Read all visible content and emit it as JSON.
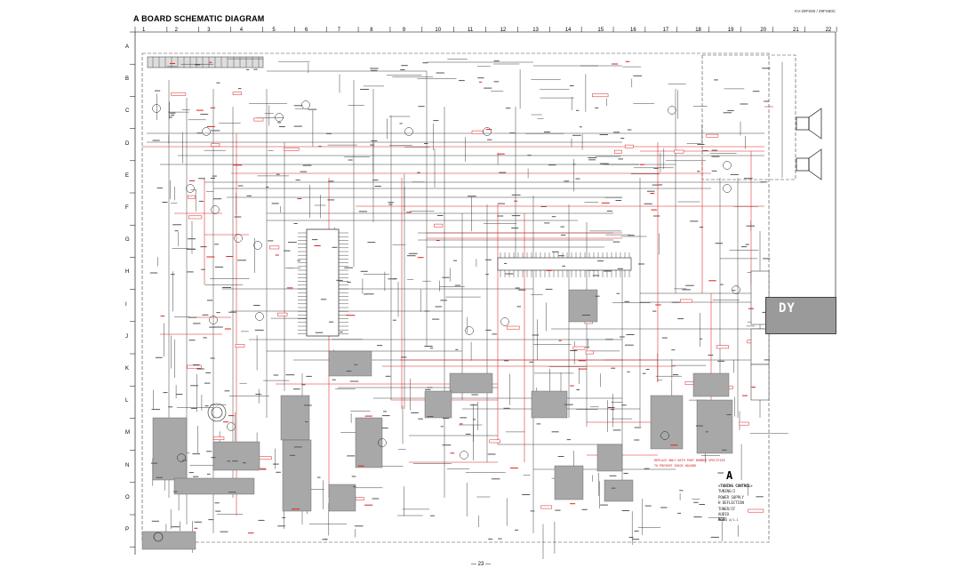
{
  "header": {
    "title": "A BOARD SCHEMATIC DIAGRAM",
    "model": "KV-29FS60 / 29FS60C"
  },
  "grid": {
    "columns": [
      "1",
      "2",
      "3",
      "4",
      "5",
      "6",
      "7",
      "8",
      "9",
      "10",
      "11",
      "12",
      "13",
      "14",
      "15",
      "16",
      "17",
      "18",
      "19",
      "20",
      "21",
      "22"
    ],
    "rows": [
      "A",
      "B",
      "C",
      "D",
      "E",
      "F",
      "G",
      "H",
      "I",
      "J",
      "K",
      "L",
      "M",
      "N",
      "O",
      "P"
    ]
  },
  "blocks": {
    "dy_label": "DY",
    "board_label": "A"
  },
  "legend": {
    "heading": "<TUNING CONTROL>",
    "lines": [
      "TUNING/2",
      "POWER SUPPLY",
      "H DEFLECTION",
      "TUNER/IF",
      "AUDIO",
      "RGB"
    ]
  },
  "notes": {
    "note1": "REPLACE ONLY WITH PART NUMBER SPECIFIED",
    "note2": "TO PREVENT SHOCK HAZARD"
  },
  "footer": {
    "page_number": "— 23 —",
    "board_ref": "BOARD  A/1-1"
  },
  "colors": {
    "signal_red": "#e02020",
    "ink": "#222222",
    "shade": "#a8a8a8"
  }
}
